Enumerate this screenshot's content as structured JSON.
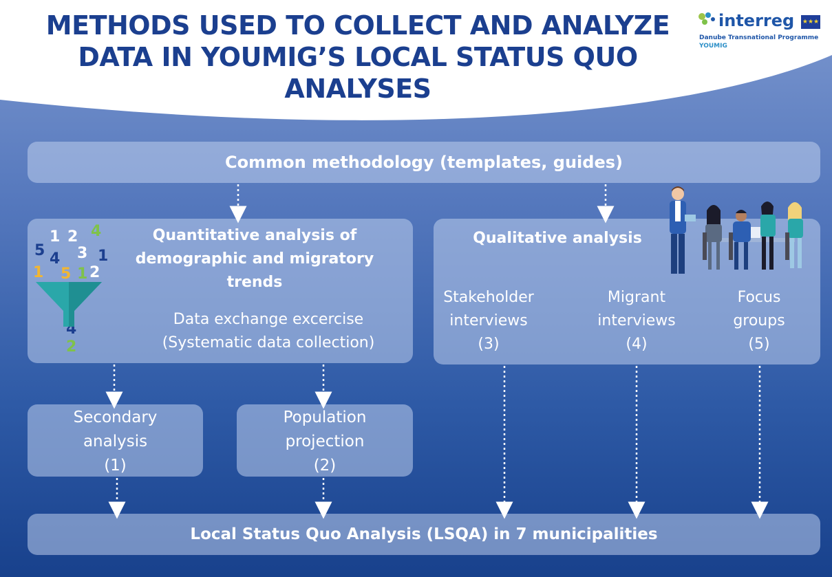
{
  "header": {
    "title_lines": [
      "METHODS USED TO COLLECT AND ANALYZE",
      "DATA IN YOUMIG’S LOCAL STATUS QUO",
      "ANALYSES"
    ]
  },
  "logo": {
    "brand": "interreg",
    "program": "Danube Transnational Programme",
    "project": "YOUMIG"
  },
  "common": {
    "label": "Common methodology (templates, guides)"
  },
  "quantitative": {
    "title_lines": [
      "Quantitative analysis of",
      "demographic and migratory",
      "trends"
    ],
    "sub_lines": [
      "Data exchange excercise",
      "(Systematic data collection)"
    ],
    "digits": [
      {
        "t": "1",
        "c": "#ffffff"
      },
      {
        "t": "2",
        "c": "#ffffff"
      },
      {
        "t": "4",
        "c": "#7fc24a"
      },
      {
        "t": "5",
        "c": "#1c3f8f"
      },
      {
        "t": "4",
        "c": "#1c3f8f"
      },
      {
        "t": "3",
        "c": "#ffffff"
      },
      {
        "t": "1",
        "c": "#1c3f8f"
      },
      {
        "t": "1",
        "c": "#f2b632"
      },
      {
        "t": "5",
        "c": "#f2b632"
      },
      {
        "t": "1",
        "c": "#7fc24a"
      },
      {
        "t": "2",
        "c": "#ffffff"
      },
      {
        "t": "4",
        "c": "#1c3f8f"
      },
      {
        "t": "2",
        "c": "#7fc24a"
      }
    ]
  },
  "qualitative": {
    "title": "Qualitative analysis",
    "columns": [
      {
        "lines": [
          "Stakeholder",
          "interviews",
          "(3)"
        ]
      },
      {
        "lines": [
          "Migrant",
          "interviews",
          "(4)"
        ]
      },
      {
        "lines": [
          "Focus",
          "groups",
          "(5)"
        ]
      }
    ]
  },
  "secondary": {
    "lines": [
      "Secondary",
      "analysis",
      "(1)"
    ]
  },
  "population": {
    "lines": [
      "Population",
      "projection",
      "(2)"
    ]
  },
  "lsqa": {
    "label": "Local Status Quo Analysis (LSQA) in 7 municipalities"
  },
  "colors": {
    "title": "#1b3f8f",
    "funnel": "#2aa7a9",
    "green": "#7fc24a",
    "yellow": "#f2b632",
    "navy": "#1c3f8f"
  }
}
